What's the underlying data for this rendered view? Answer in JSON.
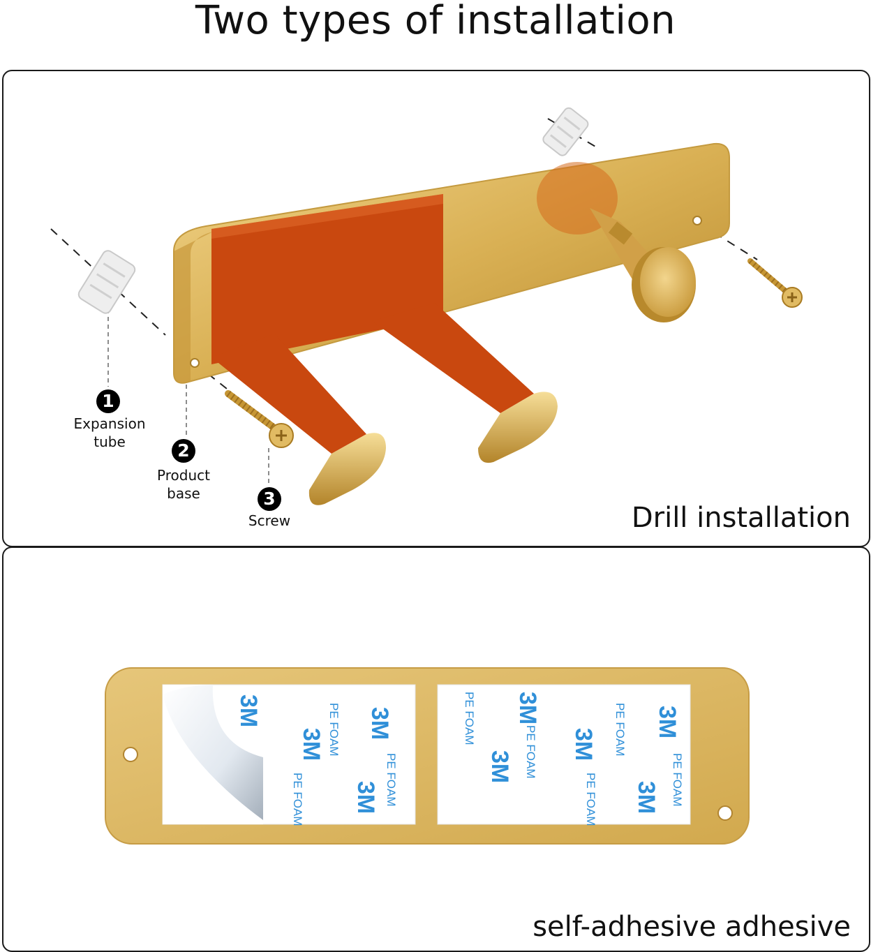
{
  "title": "Two types of installation",
  "drill": {
    "caption": "Drill installation",
    "parts": [
      {
        "number": "1",
        "label": "Expansion\ntube"
      },
      {
        "number": "2",
        "label": "Product\nbase"
      },
      {
        "number": "3",
        "label": "Screw"
      }
    ]
  },
  "adhesive": {
    "caption": "self-adhesive adhesive",
    "tape_brand": "3M",
    "tape_text": "PE FOAM"
  },
  "colors": {
    "gold": "#d9b054",
    "gold_dark": "#b8892c",
    "orange": "#c9480f",
    "tape_blue": "#2f8fd8"
  }
}
